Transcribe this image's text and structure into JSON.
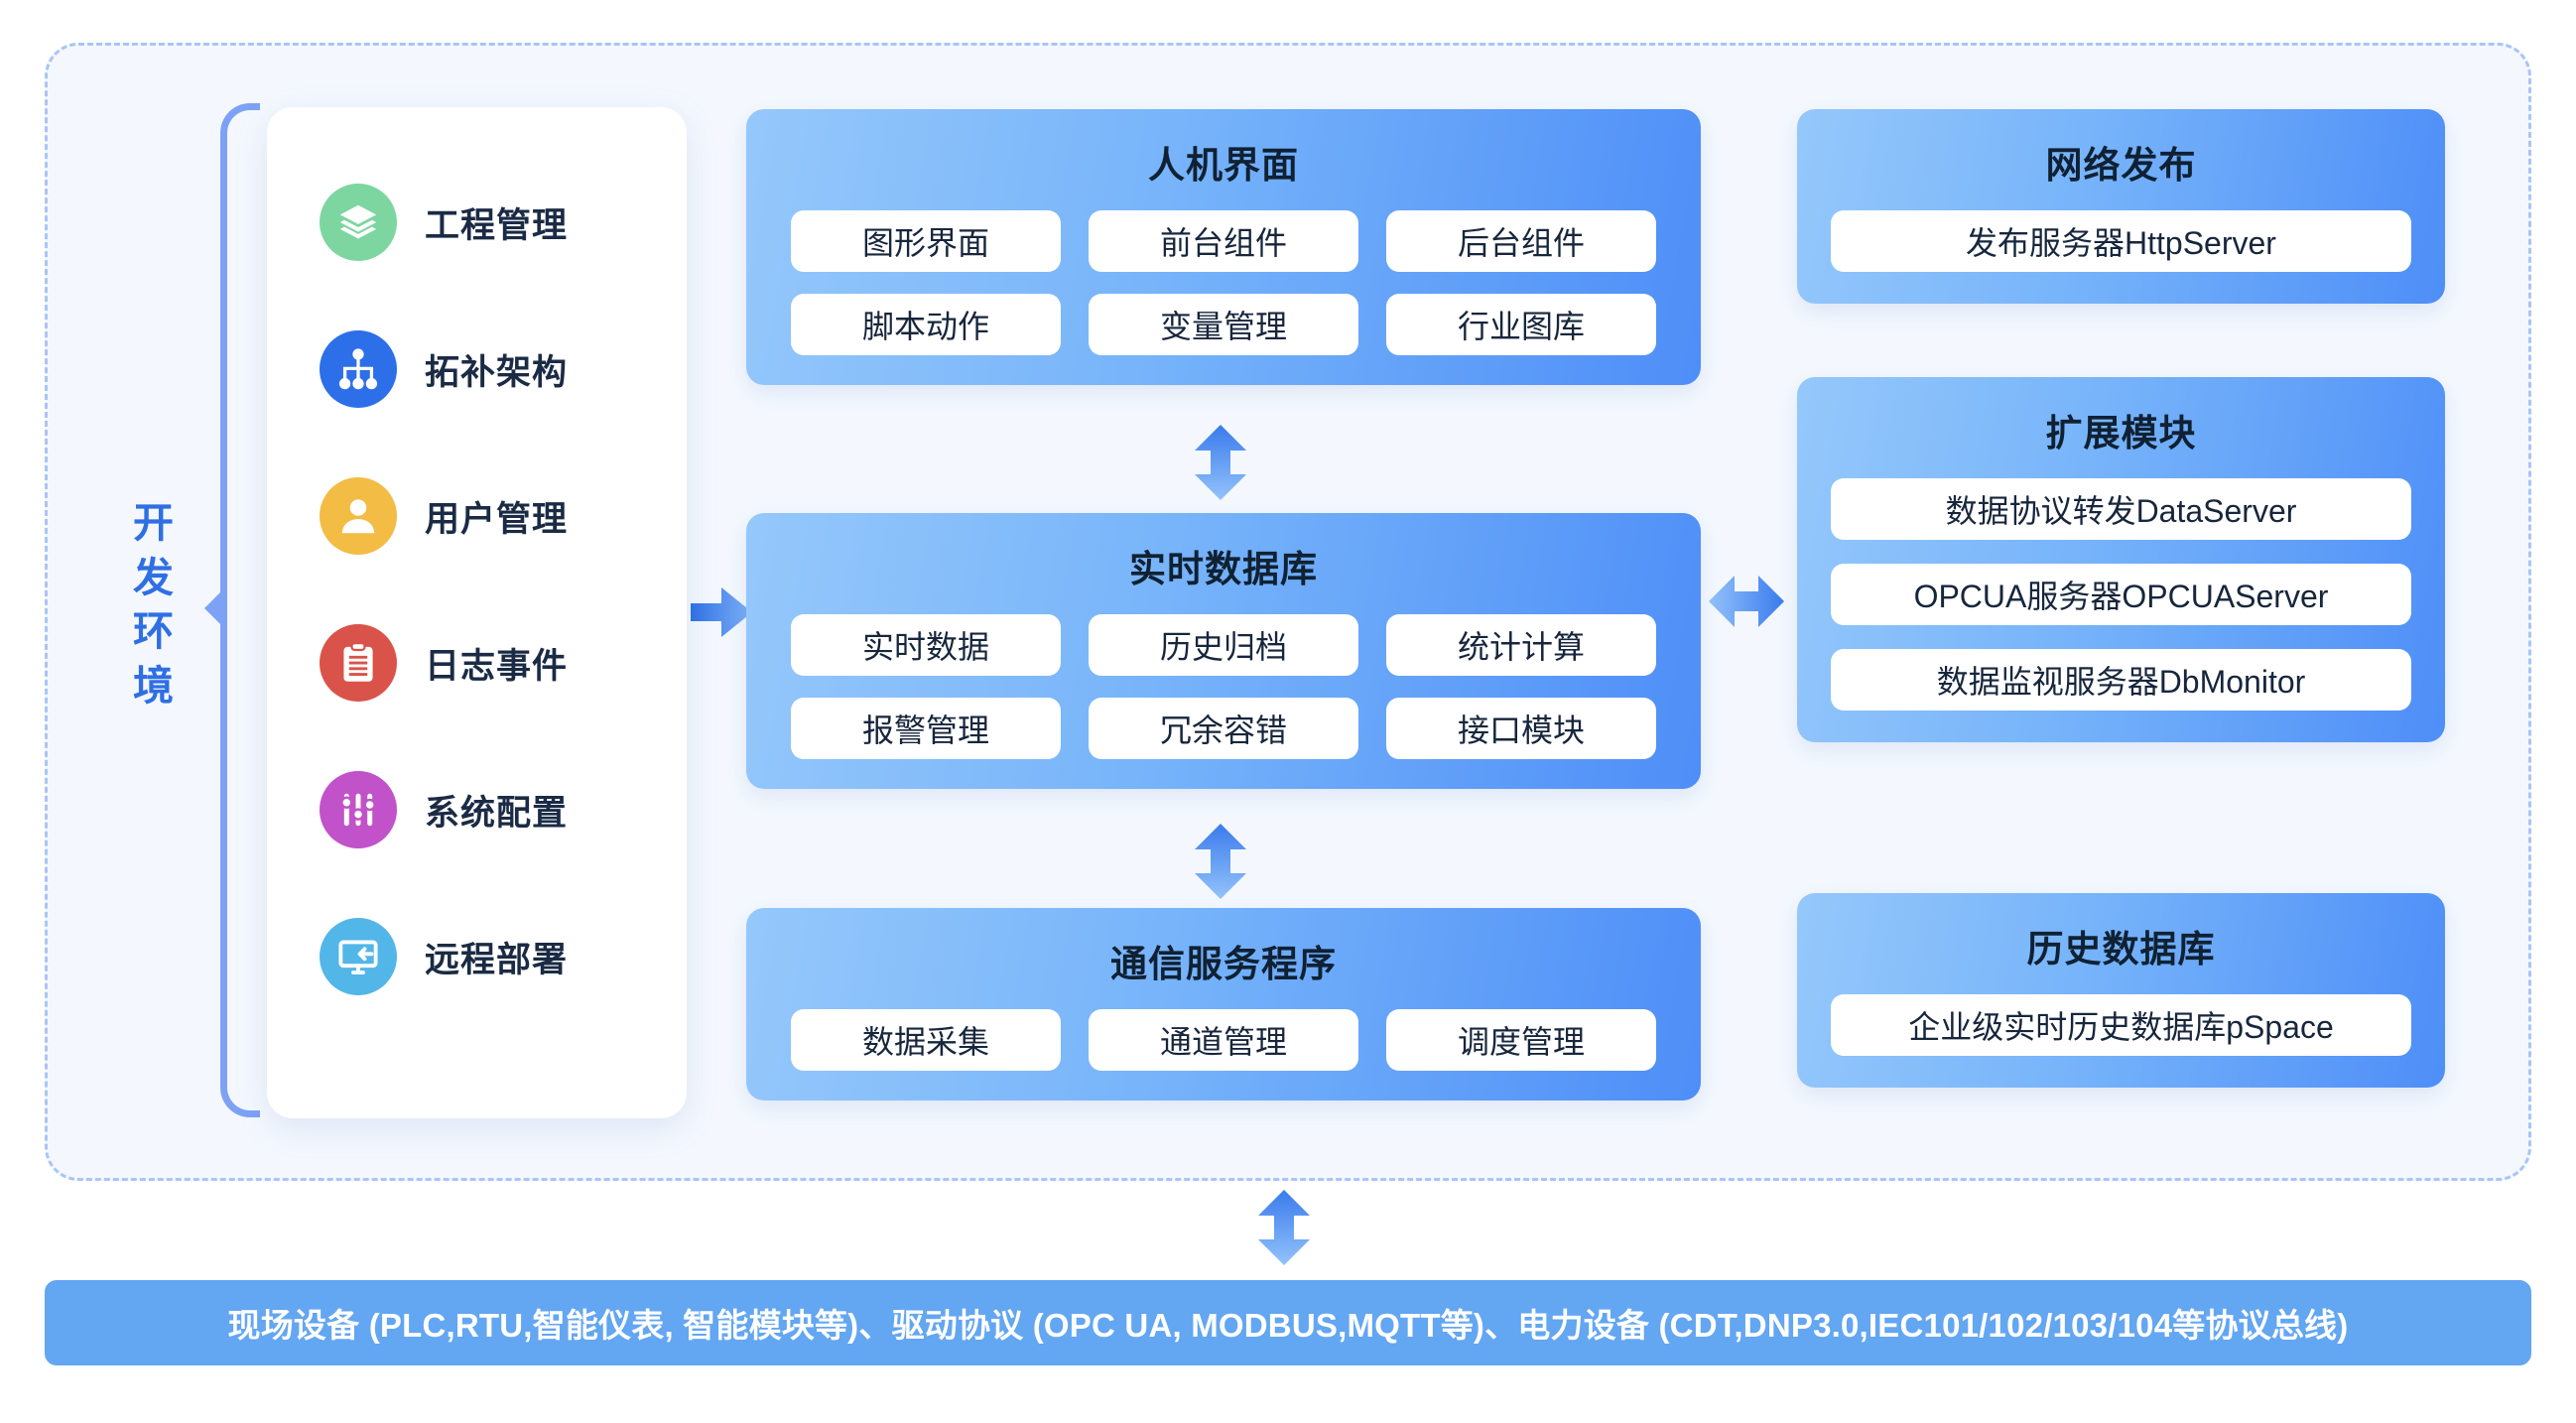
{
  "dev_env": {
    "label": "开发环境",
    "items": [
      {
        "label": "工程管理",
        "icon": "layers-icon",
        "color": "#7dd6a0"
      },
      {
        "label": "拓补架构",
        "icon": "hierarchy-icon",
        "color": "#2d6fe8"
      },
      {
        "label": "用户管理",
        "icon": "user-icon",
        "color": "#f3bc45"
      },
      {
        "label": "日志事件",
        "icon": "clipboard-icon",
        "color": "#d9534a"
      },
      {
        "label": "系统配置",
        "icon": "sliders-icon",
        "color": "#c152c9"
      },
      {
        "label": "远程部署",
        "icon": "monitor-icon",
        "color": "#52b6e8"
      }
    ]
  },
  "panels": {
    "hmi": {
      "title": "人机界面",
      "chips": [
        "图形界面",
        "前台组件",
        "后台组件",
        "脚本动作",
        "变量管理",
        "行业图库"
      ]
    },
    "rtdb": {
      "title": "实时数据库",
      "chips": [
        "实时数据",
        "历史归档",
        "统计计算",
        "报警管理",
        "冗余容错",
        "接口模块"
      ]
    },
    "comm": {
      "title": "通信服务程序",
      "chips": [
        "数据采集",
        "通道管理",
        "调度管理"
      ]
    },
    "web": {
      "title": "网络发布",
      "chips": [
        "发布服务器HttpServer"
      ]
    },
    "ext": {
      "title": "扩展模块",
      "chips": [
        "数据协议转发DataServer",
        "OPCUA服务器OPCUAServer",
        "数据监视服务器DbMonitor"
      ]
    },
    "hist": {
      "title": "历史数据库",
      "chips": [
        "企业级实时历史数据库pSpace"
      ]
    }
  },
  "bus_banner": {
    "text": "现场设备 (PLC,RTU,智能仪表, 智能模块等)、驱动协议 (OPC UA, MODBUS,MQTT等)、电力设备 (CDT,DNP3.0,IEC101/102/103/104等协议总线)"
  },
  "colors": {
    "accent": "#2f6fe4",
    "panel_light": "#95c8fb",
    "panel_dark": "#4e8ef7",
    "banner": "#63a6f2",
    "dashed_border": "#a9c5f6",
    "surface": "#f4f8fe"
  }
}
